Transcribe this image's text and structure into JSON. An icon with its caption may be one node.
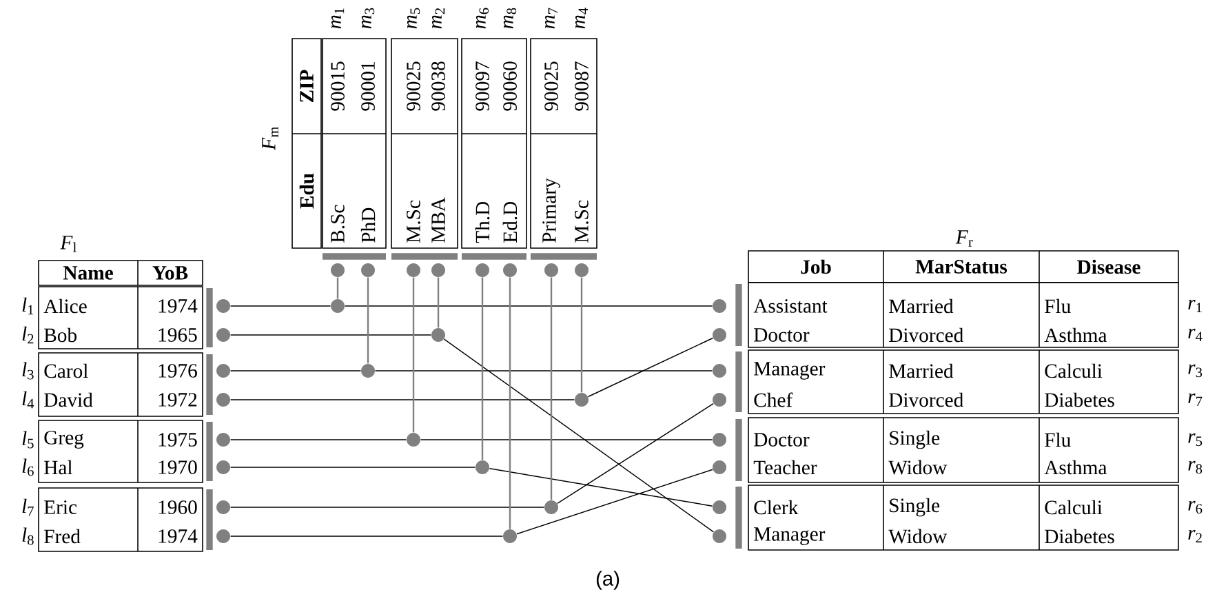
{
  "diagram": {
    "nodes": [
      {
        "text": [
          "Name",
          "YoB"
        ]
      },
      {
        "text": [
          "Alice",
          "1974",
          "Bob",
          "1965"
        ],
        "beside": [
          "*l*$_{1}$",
          "*l*$_{2}$"
        ]
      },
      {
        "text": [
          "Carol",
          "1976",
          "David",
          "1972"
        ],
        "beside": [
          "*l*$_{3}$",
          "*l*$_{4}$"
        ]
      },
      {
        "text": [
          "Greg",
          "1975",
          "Hal",
          "1970"
        ],
        "beside": [
          "*l*$_{5}$",
          "*l*$_{6}$"
        ]
      },
      {
        "text": [
          "Eric",
          "1960",
          "Fred",
          "1974"
        ],
        "beside": [
          "*l*$_{7}$",
          "*l*$_{8}$"
        ]
      },
      {
        "text": [
          "Edu",
          "ZIP"
        ]
      },
      {
        "text": [
          "B.Sc",
          "90015",
          "PhD",
          "90001"
        ],
        "beside": [
          "*m*$_{1}$",
          "*m*$_{3}$"
        ]
      },
      {
        "text": [
          "M.Sc",
          "90025",
          "MBA",
          "90038"
        ],
        "beside": [
          "*m*$_{5}$",
          "*m*$_{2}$"
        ]
      },
      {
        "text": [
          "Th.D",
          "90097",
          "Ed.D",
          "90060"
        ],
        "beside": [
          "*m*$_{6}$",
          "*m*$_{8}$"
        ]
      },
      {
        "text": [
          "Primary",
          "90025",
          "M.Sc",
          "90087"
        ],
        "beside": [
          "*m*$_{7}$",
          "*m*$_{4}$"
        ]
      },
      {
        "text": [
          "Job",
          "MarStatus",
          "Disease"
        ]
      },
      {
        "text": [
          "Assistant",
          "Married",
          "Flu",
          "Doctor",
          "Divorced",
          "Asthma"
        ],
        "beside": [
          "*r*$_{1}$",
          "*r*$_{4}$"
        ]
      },
      {
        "text": [
          "Manager",
          "Married",
          "Calculi",
          "Chef",
          "Divorced",
          "Diabetes"
        ],
        "beside": [
          "*r*$_{3}$",
          "*r*$_{7}$"
        ]
      },
      {
        "text": [
          "Doctor",
          "Single",
          "Flu",
          "Teacher",
          "Widow",
          "Asthma"
        ],
        "beside": [
          "*r*$_{5}$",
          "*r*$_{8}$"
        ]
      },
      {
        "text": [
          "Clerk",
          "Single",
          "Calculi",
          "Manager",
          "Widow",
          "Diabetes"
        ],
        "beside": [
          "*r*$_{6}$",
          "*r*$_{2}$"
        ]
      },
      {
        "text": [],
        "shape": "circle"
      },
      {
        "text": [],
        "shape": "circle"
      },
      {
        "text": [],
        "shape": "circle"
      },
      {
        "text": [],
        "shape": "circle"
      },
      {
        "text": [],
        "shape": "circle"
      },
      {
        "text": [],
        "shape": "circle"
      },
      {
        "text": [],
        "shape": "circle"
      },
      {
        "text": [],
        "shape": "circle"
      },
      {
        "text": [],
        "shape": "circle"
      },
      {
        "text": [],
        "shape": "circle"
      },
      {
        "text": [],
        "shape": "circle"
      },
      {
        "text": [],
        "shape": "circle"
      },
      {
        "text": [],
        "shape": "circle"
      },
      {
        "text": [],
        "shape": "circle"
      },
      {
        "text": [],
        "shape": "circle"
      },
      {
        "text": [],
        "shape": "circle"
      },
      {
        "text": [],
        "shape": "circle"
      },
      {
        "text": [],
        "shape": "circle"
      },
      {
        "text": [],
        "shape": "circle"
      },
      {
        "text": [],
        "shape": "circle"
      },
      {
        "text": [],
        "shape": "circle"
      },
      {
        "text": [],
        "shape": "circle"
      },
      {
        "text": [],
        "shape": "circle"
      },
      {
        "text": [],
        "shape": "circle"
      },
      {
        "text": [],
        "shape": "circle"
      },
      {
        "text": [],
        "shape": "circle"
      },
      {
        "text": [],
        "shape": "circle"
      },
      {
        "text": [],
        "shape": "circle"
      },
      {
        "text": [],
        "shape": "circle"
      },
      {
        "text": [],
        "shape": "circle"
      },
      {
        "text": [],
        "shape": "circle"
      },
      {
        "text": [],
        "shape": "circle"
      }
    ],
    "edges": [
      {
        "from": 15,
        "to": 31,
        "arrow": "none"
      },
      {
        "from": 31,
        "to": 39,
        "arrow": "none"
      },
      {
        "from": 23,
        "to": 31,
        "arrow": "none",
        "color": "#808080"
      },
      {
        "from": 16,
        "to": 32,
        "arrow": "none"
      },
      {
        "from": 32,
        "to": 46,
        "arrow": "none"
      },
      {
        "from": 26,
        "to": 32,
        "arrow": "none",
        "color": "#808080"
      },
      {
        "from": 17,
        "to": 33,
        "arrow": "none"
      },
      {
        "from": 33,
        "to": 41,
        "arrow": "none"
      },
      {
        "from": 24,
        "to": 33,
        "arrow": "none",
        "color": "#808080"
      },
      {
        "from": 18,
        "to": 34,
        "arrow": "none"
      },
      {
        "from": 34,
        "to": 40,
        "arrow": "none"
      },
      {
        "from": 30,
        "to": 34,
        "arrow": "none",
        "color": "#808080"
      },
      {
        "from": 19,
        "to": 35,
        "arrow": "none"
      },
      {
        "from": 35,
        "to": 43,
        "arrow": "none"
      },
      {
        "from": 25,
        "to": 35,
        "arrow": "none",
        "color": "#808080"
      },
      {
        "from": 20,
        "to": 36,
        "arrow": "none"
      },
      {
        "from": 36,
        "to": 45,
        "arrow": "none"
      },
      {
        "from": 27,
        "to": 36,
        "arrow": "none",
        "color": "#808080"
      },
      {
        "from": 21,
        "to": 37,
        "arrow": "none"
      },
      {
        "from": 37,
        "to": 42,
        "arrow": "none"
      },
      {
        "from": 29,
        "to": 37,
        "arrow": "none",
        "color": "#808080"
      },
      {
        "from": 22,
        "to": 38,
        "arrow": "none"
      },
      {
        "from": 38,
        "to": 44,
        "arrow": "none"
      },
      {
        "from": 28,
        "to": 38,
        "arrow": "none",
        "color": "#808080"
      }
    ],
    "labels": [
      "*F*$_{l}$",
      "*F*$_{m}$",
      "*F*$_{r}$",
      "(a)"
    ]
  }
}
